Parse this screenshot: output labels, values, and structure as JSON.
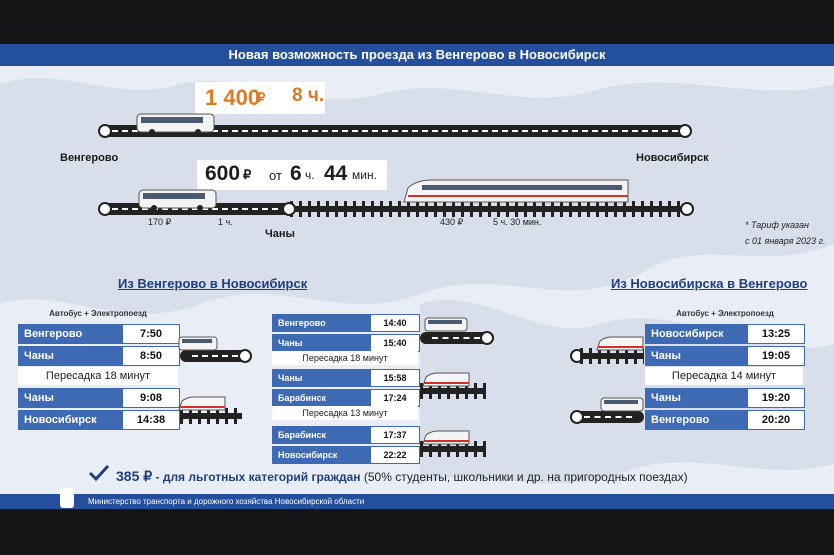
{
  "header": {
    "title": "Новая возможность проезда из Венгерово в Новосибирск"
  },
  "direct": {
    "price": "1 400",
    "currency": "₽",
    "duration": "8 ч."
  },
  "combo": {
    "price": "600",
    "currency": "₽",
    "duration_prefix": "от",
    "hours": "6",
    "hours_unit": "ч.",
    "minutes": "44",
    "minutes_unit": "мин.",
    "bus_price": "170 ₽",
    "bus_time": "1 ч.",
    "train_price": "430 ₽",
    "train_time": "5 ч. 30 мин."
  },
  "cities": {
    "origin": "Венгерово",
    "destination": "Новосибирск",
    "transfer": "Чаны"
  },
  "tariff_note": {
    "line1": "* Тариф указан",
    "line2": "с 01 января 2023 г."
  },
  "left": {
    "title": "Из Венгерово в Новосибирск",
    "subtitle": "Автобус + Электропоезд",
    "rows1": [
      {
        "station": "Венгерово",
        "time": "7:50"
      },
      {
        "station": "Чаны",
        "time": "8:50"
      }
    ],
    "transfer": "Пересадка 18 минут",
    "rows2": [
      {
        "station": "Чаны",
        "time": "9:08"
      },
      {
        "station": "Новосибирск",
        "time": "14:38"
      }
    ]
  },
  "middle": {
    "rows1": [
      {
        "station": "Венгерово",
        "time": "14:40"
      },
      {
        "station": "Чаны",
        "time": "15:40"
      }
    ],
    "transfer1": "Пересадка 18 минут",
    "rows2": [
      {
        "station": "Чаны",
        "time": "15:58"
      },
      {
        "station": "Барабинск",
        "time": "17:24"
      }
    ],
    "transfer2": "Пересадка 13 минут",
    "rows3": [
      {
        "station": "Барабинск",
        "time": "17:37"
      },
      {
        "station": "Новосибирск",
        "time": "22:22"
      }
    ]
  },
  "right": {
    "title": "Из Новосибирска в Венгерово",
    "subtitle": "Автобус + Электропоезд",
    "rows1": [
      {
        "station": "Новосибирск",
        "time": "13:25"
      },
      {
        "station": "Чаны",
        "time": "19:05"
      }
    ],
    "transfer": "Пересадка 14 минут",
    "rows2": [
      {
        "station": "Чаны",
        "time": "19:20"
      },
      {
        "station": "Венгерово",
        "time": "20:20"
      }
    ]
  },
  "benefit": {
    "price": "385 ₽",
    "text": " - для льготных категорий граждан",
    "detail": " (50% студенты, школьники и др. на пригородных поездах)"
  },
  "footer": {
    "ministry": "Министерство транспорта и дорожного хозяйства Новосибирской области"
  },
  "colors": {
    "header": "#244f9c",
    "accent": "#e07a1f",
    "cell": "#3e6ab3"
  }
}
